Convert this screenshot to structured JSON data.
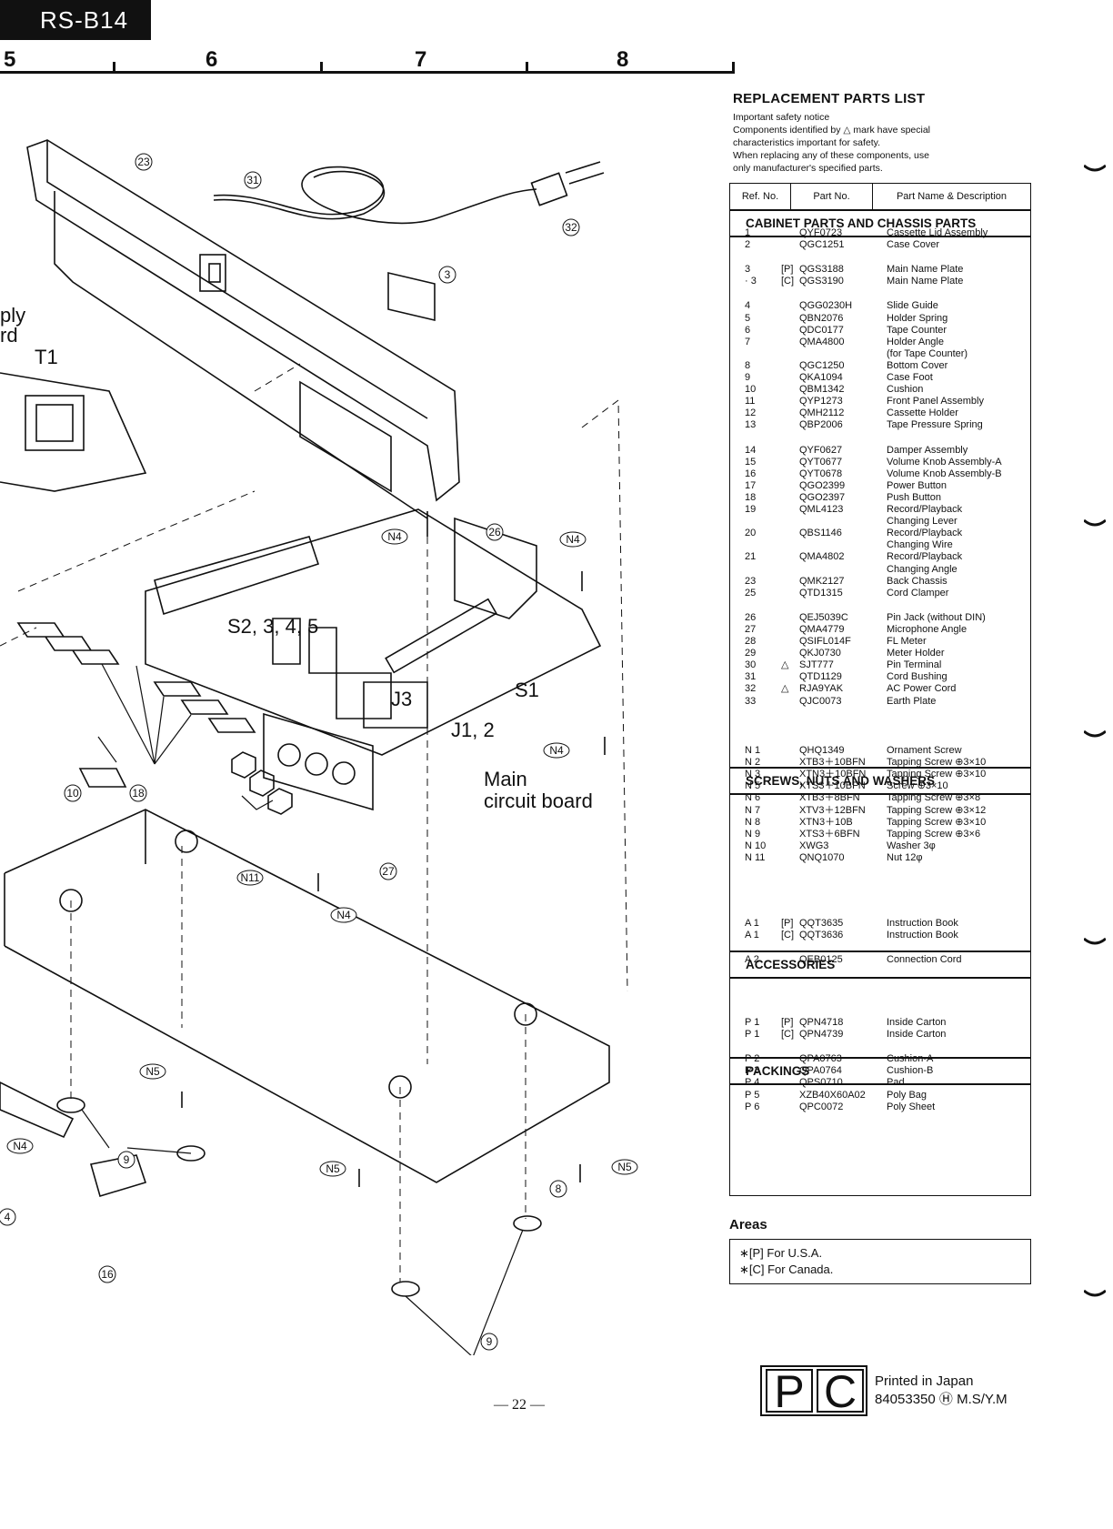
{
  "header": {
    "model": "RS-B14",
    "columns": [
      "5",
      "6",
      "7",
      "8"
    ]
  },
  "diagram": {
    "labels": {
      "t1": "T1",
      "ply": "ply",
      "rd": "rd",
      "s2345": "S2, 3, 4, 5",
      "s1": "S1",
      "j3": "J3",
      "j12": "J1, 2",
      "main1": "Main",
      "main2": "circuit board"
    },
    "callouts": {
      "c23": "23",
      "c31": "31",
      "c32": "32",
      "c3": "3",
      "c26": "26",
      "c10": "10",
      "c18": "18",
      "c27": "27",
      "c9a": "9",
      "c9b": "9",
      "c8": "8",
      "c4": "4",
      "c16": "16",
      "n4a": "N4",
      "n4b": "N4",
      "n4c": "N4",
      "n4d": "N4",
      "n4e": "N4",
      "n11": "N11",
      "n5a": "N5",
      "n5b": "N5",
      "n5c": "N5"
    }
  },
  "parts_list": {
    "title": "REPLACEMENT PARTS LIST",
    "notice": [
      "Important safety notice",
      "Components identified by △ mark have special",
      "characteristics important for safety.",
      "When replacing any of these components, use",
      "only manufacturer's specified parts."
    ],
    "headers": {
      "ref": "Ref. No.",
      "part": "Part No.",
      "name": "Part Name & Description"
    },
    "sections": {
      "cabinet": "CABINET PARTS AND CHASSIS PARTS",
      "screws": "SCREWS, NUTS AND WASHERS",
      "accessories": "ACCESSORIES",
      "packings": "PACKINGS"
    },
    "cabinet_rows": [
      {
        "ref": "1",
        "area": "",
        "part": "QYF0723",
        "name": "Cassette Lid Assembly"
      },
      {
        "ref": "2",
        "area": "",
        "part": "QGC1251",
        "name": "Case Cover"
      },
      {
        "ref": "3",
        "area": "[P]",
        "part": "QGS3188",
        "name": "Main Name Plate"
      },
      {
        "ref": "· 3",
        "area": "[C]",
        "part": "QGS3190",
        "name": "Main Name Plate"
      },
      {
        "ref": "4",
        "area": "",
        "part": "QGG0230H",
        "name": "Slide Guide"
      },
      {
        "ref": "5",
        "area": "",
        "part": "QBN2076",
        "name": "Holder Spring"
      },
      {
        "ref": "6",
        "area": "",
        "part": "QDC0177",
        "name": "Tape Counter"
      },
      {
        "ref": "7",
        "area": "",
        "part": "QMA4800",
        "name": "Holder Angle"
      },
      {
        "ref": "",
        "area": "",
        "part": "",
        "name": "(for Tape Counter)"
      },
      {
        "ref": "8",
        "area": "",
        "part": "QGC1250",
        "name": "Bottom Cover"
      },
      {
        "ref": "9",
        "area": "",
        "part": "QKA1094",
        "name": "Case Foot"
      },
      {
        "ref": "10",
        "area": "",
        "part": "QBM1342",
        "name": "Cushion"
      },
      {
        "ref": "11",
        "area": "",
        "part": "QYP1273",
        "name": "Front Panel Assembly"
      },
      {
        "ref": "12",
        "area": "",
        "part": "QMH2112",
        "name": "Cassette Holder"
      },
      {
        "ref": "13",
        "area": "",
        "part": "QBP2006",
        "name": "Tape Pressure Spring"
      },
      {
        "ref": "14",
        "area": "",
        "part": "QYF0627",
        "name": "Damper Assembly"
      },
      {
        "ref": "15",
        "area": "",
        "part": "QYT0677",
        "name": "Volume Knob Assembly-A"
      },
      {
        "ref": "16",
        "area": "",
        "part": "QYT0678",
        "name": "Volume Knob Assembly-B"
      },
      {
        "ref": "17",
        "area": "",
        "part": "QGO2399",
        "name": "Power Button"
      },
      {
        "ref": "18",
        "area": "",
        "part": "QGO2397",
        "name": "Push Button"
      },
      {
        "ref": "19",
        "area": "",
        "part": "QML4123",
        "name": "Record/Playback"
      },
      {
        "ref": "",
        "area": "",
        "part": "",
        "name": "Changing Lever"
      },
      {
        "ref": "20",
        "area": "",
        "part": "QBS1146",
        "name": "Record/Playback"
      },
      {
        "ref": "",
        "area": "",
        "part": "",
        "name": "Changing Wire"
      },
      {
        "ref": "21",
        "area": "",
        "part": "QMA4802",
        "name": "Record/Playback"
      },
      {
        "ref": "",
        "area": "",
        "part": "",
        "name": "Changing Angle"
      },
      {
        "ref": "23",
        "area": "",
        "part": "QMK2127",
        "name": "Back Chassis"
      },
      {
        "ref": "25",
        "area": "",
        "part": "QTD1315",
        "name": "Cord Clamper"
      },
      {
        "ref": "26",
        "area": "",
        "part": "QEJ5039C",
        "name": "Pin Jack (without DIN)"
      },
      {
        "ref": "27",
        "area": "",
        "part": "QMA4779",
        "name": "Microphone Angle"
      },
      {
        "ref": "28",
        "area": "",
        "part": "QSIFL014F",
        "name": "FL Meter"
      },
      {
        "ref": "29",
        "area": "",
        "part": "QKJ0730",
        "name": "Meter Holder"
      },
      {
        "ref": "30",
        "area": "△",
        "part": "SJT777",
        "name": "Pin Terminal"
      },
      {
        "ref": "31",
        "area": "",
        "part": "QTD1129",
        "name": "Cord Bushing"
      },
      {
        "ref": "32",
        "area": "△",
        "part": "RJA9YAK",
        "name": "AC Power Cord"
      },
      {
        "ref": "33",
        "area": "",
        "part": "QJC0073",
        "name": "Earth Plate"
      }
    ],
    "screw_rows": [
      {
        "ref": "N 1",
        "part": "QHQ1349",
        "name": "Ornament Screw"
      },
      {
        "ref": "N 2",
        "part": "XTB3＋10BFN",
        "name": "Tapping Screw ⊕3×10"
      },
      {
        "ref": "N 3",
        "part": "XTN3＋10BFN",
        "name": "Tapping Screw ⊕3×10"
      },
      {
        "ref": "N 5",
        "part": "XTS3＋10BFN",
        "name": "Screw ⊕3×10"
      },
      {
        "ref": "N 6",
        "part": "XTB3＋8BFN",
        "name": "Tapping Screw ⊕3×8"
      },
      {
        "ref": "N 7",
        "part": "XTV3＋12BFN",
        "name": "Tapping Screw ⊕3×12"
      },
      {
        "ref": "N 8",
        "part": "XTN3＋10B",
        "name": "Tapping Screw ⊕3×10"
      },
      {
        "ref": "N 9",
        "part": "XTS3＋6BFN",
        "name": "Tapping Screw ⊕3×6"
      },
      {
        "ref": "N 10",
        "part": "XWG3",
        "name": "Washer 3φ"
      },
      {
        "ref": "N 11",
        "part": "QNQ1070",
        "name": "Nut 12φ"
      }
    ],
    "accessory_rows": [
      {
        "ref": "A 1",
        "area": "[P]",
        "part": "QQT3635",
        "name": "Instruction Book"
      },
      {
        "ref": "A 1",
        "area": "[C]",
        "part": "QQT3636",
        "name": "Instruction Book"
      },
      {
        "ref": "A 2",
        "area": "",
        "part": "QEB0125",
        "name": "Connection Cord"
      }
    ],
    "packing_rows": [
      {
        "ref": "P 1",
        "area": "[P]",
        "part": "QPN4718",
        "name": "Inside Carton"
      },
      {
        "ref": "P 1",
        "area": "[C]",
        "part": "QPN4739",
        "name": "Inside Carton"
      },
      {
        "ref": "P 2",
        "area": "",
        "part": "QPA0763",
        "name": "Cushion-A"
      },
      {
        "ref": "P 3",
        "area": "",
        "part": "QPA0764",
        "name": "Cushion-B"
      },
      {
        "ref": "P 4",
        "area": "",
        "part": "QPS0710",
        "name": "Pad"
      },
      {
        "ref": "P 5",
        "area": "",
        "part": "XZB40X60A02",
        "name": "Poly Bag"
      },
      {
        "ref": "P 6",
        "area": "",
        "part": "QPC0072",
        "name": "Poly Sheet"
      }
    ]
  },
  "areas": {
    "title": "Areas",
    "lines": [
      "∗[P] For U.S.A.",
      "∗[C] For Canada."
    ]
  },
  "footer": {
    "logo_p": "P",
    "logo_c": "C",
    "printed": "Printed in Japan",
    "code": "84053350 Ⓗ M.S/Y.M",
    "page": "— 22 —"
  }
}
